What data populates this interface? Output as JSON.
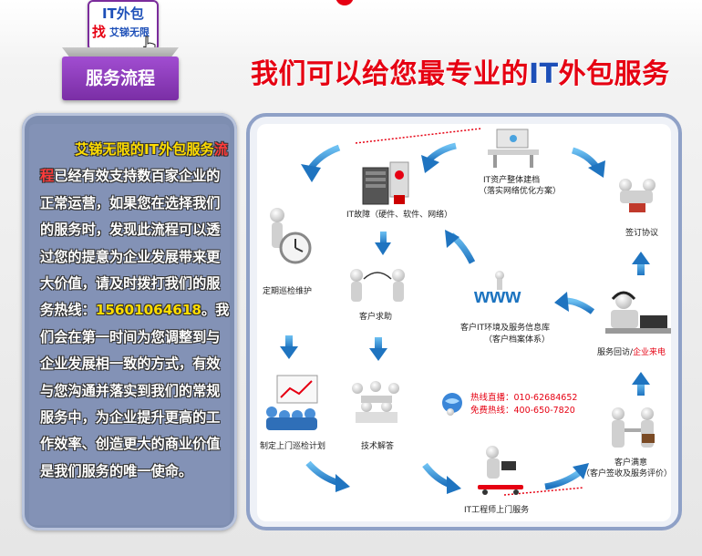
{
  "logo": {
    "it": "IT外包",
    "find": "找",
    "brand": "艾锑无限"
  },
  "tab": {
    "label": "服务流程"
  },
  "headline": {
    "part1": "我们可以给您最专业的",
    "it": "IT",
    "part2": "外包服务"
  },
  "left_panel": {
    "intro_title": "艾锑无限的IT外包服务",
    "intro_highlight": "流程",
    "intro_body1": "已经有效支持数百家企业的正常运营，如果您在选择我们的服务时，发现此流程可以透过您的提意为企业发展带来更大价值，请及时拨打我们的服务热线：",
    "phone": "15601064618",
    "intro_body2": "。我们会在第一时间为您调整到与企业发展相一致的方式，有效与您沟通并落实到我们的常规服务中，为企业提升更高的工作效率、创造更大的商业价值是我们服务的唯一使命。"
  },
  "nodes": {
    "it_fault": "IT故障（硬件、软件、网络）",
    "asset_title": "IT资产整体建档",
    "asset_sub": "（落实网络优化方案）",
    "sign": "签订协议",
    "patrol": "定期巡检维护",
    "request": "客户求助",
    "env_title": "客户IT环境及服务信息库",
    "env_sub": "（客户档案体系）",
    "callback": "服务回访/",
    "callback_red": "企业来电",
    "plan": "制定上门巡检计划",
    "answer": "技术解答",
    "hot1": "热线直播：010-62684652",
    "hot2": "免费热线：400-650-7820",
    "engineer": "IT工程师上门服务",
    "satisfy_title": "客户满意",
    "satisfy_sub": "（客户签收及服务评价）"
  },
  "colors": {
    "accent_red": "#e60012",
    "accent_blue": "#1d4fb8",
    "tab_purple": "#8a38b8",
    "arrow_blue": "#2f8fd4"
  },
  "icons": [
    "hand-pointer-icon",
    "server-icon",
    "document-icon",
    "handshake-icon",
    "stopwatch-icon",
    "phone-call-icon",
    "www-icon",
    "call-center-icon",
    "board-icon",
    "people-discussion-icon",
    "globe-phone-icon",
    "skateboard-icon",
    "business-deal-icon"
  ]
}
